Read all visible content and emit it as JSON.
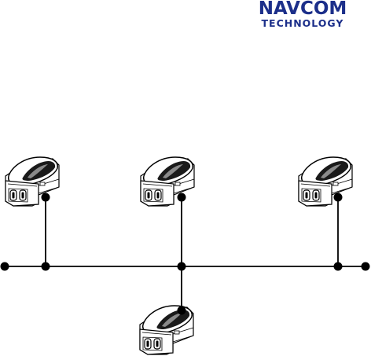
{
  "logo": {
    "line1": "NAVCOM",
    "line2": "TECHNOLOGY",
    "color": "#1c2f8a"
  },
  "diagram": {
    "line_color": "#000000",
    "node_color": "#000000",
    "device_icon": "gps-receiver-icon",
    "device_count": 4,
    "topology": "bus"
  }
}
